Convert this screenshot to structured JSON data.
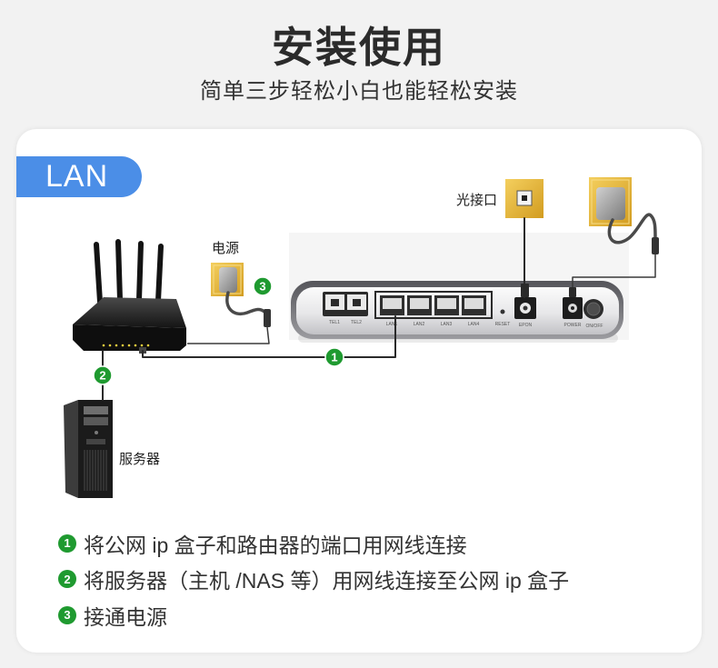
{
  "header": {
    "title": "安装使用",
    "subtitle": "简单三步轻松小白也能轻松安装"
  },
  "card": {
    "tag": "LAN"
  },
  "diagram": {
    "labels": {
      "power": "电源",
      "optical_port": "光接口",
      "server": "服务器"
    },
    "device_port_labels": {
      "tel": [
        "TEL1",
        "TEL2"
      ],
      "lan": [
        "LAN1",
        "LAN2",
        "LAN3",
        "LAN4"
      ],
      "reset": "RESET",
      "epon": "EPON",
      "power": "POWER",
      "switch": "ON/OFF"
    },
    "icons": [
      "router-icon",
      "server-icon",
      "power-outlet-icon",
      "optical-outlet-icon",
      "public-ip-box-icon",
      "ethernet-cable-icon",
      "power-adapter-icon"
    ]
  },
  "steps": [
    {
      "num": "1",
      "text": "将公网 ip 盒子和路由器的端口用网线连接"
    },
    {
      "num": "2",
      "text": "将服务器（主机 /NAS 等）用网线连接至公网 ip 盒子"
    },
    {
      "num": "3",
      "text": "接通电源"
    }
  ],
  "colors": {
    "accent": "#4b8ee7",
    "marker_green": "#1f9a30"
  }
}
